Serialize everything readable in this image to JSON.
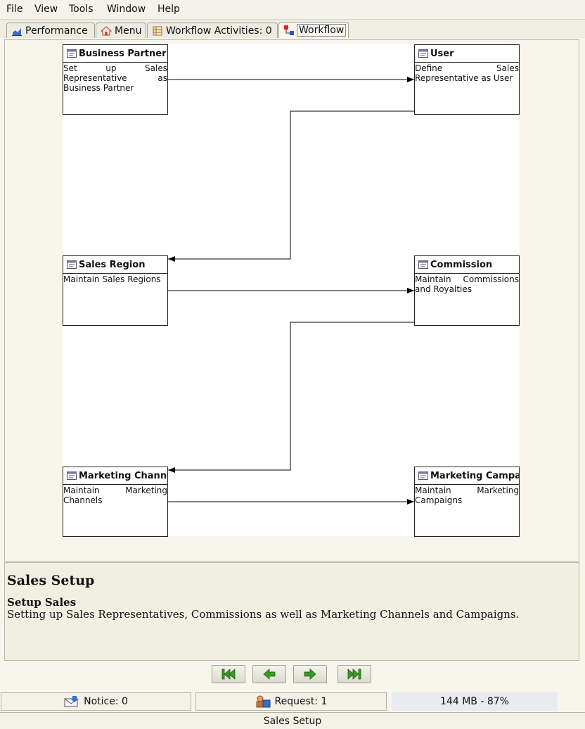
{
  "menubar": {
    "items": [
      {
        "label": "File"
      },
      {
        "label": "View"
      },
      {
        "label": "Tools"
      },
      {
        "label": "Window"
      },
      {
        "label": "Help"
      }
    ]
  },
  "tabs": [
    {
      "label": "Performance",
      "icon": "chart-icon"
    },
    {
      "label": "Menu",
      "icon": "home-icon"
    },
    {
      "label": "Workflow Activities: 0",
      "icon": "table-icon"
    },
    {
      "label": "Workflow",
      "icon": "workflow-icon",
      "active": true
    }
  ],
  "workflow": {
    "nodes": [
      {
        "title": "Business Partner",
        "desc": "Set up Sales Representative as Business Partner"
      },
      {
        "title": "User",
        "desc": "Define Sales Representative as User"
      },
      {
        "title": "Sales Region",
        "desc": "Maintain Sales Regions"
      },
      {
        "title": "Commission",
        "desc": "Maintain Commissions and Royalties"
      },
      {
        "title": "Marketing Channe",
        "desc": "Maintain Marketing Channels"
      },
      {
        "title": "Marketing Campai",
        "desc": "Maintain Marketing Campaigns"
      }
    ]
  },
  "description": {
    "title": "Sales Setup",
    "subtitle": "Setup Sales",
    "text": "Setting up Sales Representatives, Commissions as well as Marketing Channels and Campaigns."
  },
  "nav": {
    "buttons": [
      "first-icon",
      "previous-icon",
      "next-icon",
      "last-icon"
    ]
  },
  "status": {
    "notice": "Notice: 0",
    "request": "Request: 1",
    "memory": "144 MB - 87%",
    "footer": "Sales Setup"
  },
  "colors": {
    "nav_arrow": "#3a9a22",
    "canvas_bg": "#ffffff",
    "panel_bg": "#f1efe0"
  }
}
